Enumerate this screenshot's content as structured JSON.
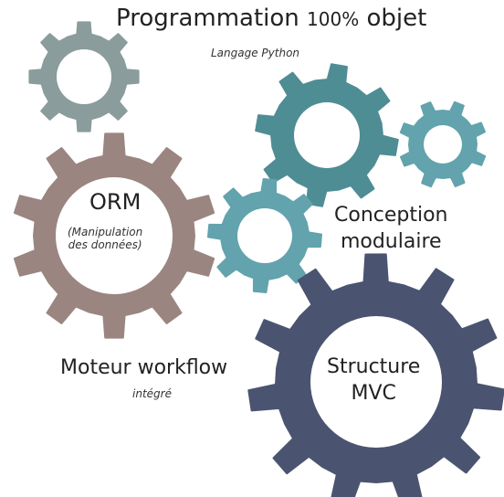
{
  "colors": {
    "gear_grey": "#8a9c9c",
    "gear_teal": "#4f8d95",
    "gear_teal_light": "#62a3ad",
    "gear_mauve": "#9a8580",
    "gear_navy": "#4a5470",
    "hole": "#ffffff"
  },
  "title": {
    "main": "Programmation",
    "percent": "100%",
    "tail": "objet",
    "subtitle": "Langage Python"
  },
  "orm": {
    "title": "ORM",
    "sub_line1": "(Manipulation",
    "sub_line2": "des données)"
  },
  "conception": {
    "line1": "Conception",
    "line2": "modulaire"
  },
  "moteur": {
    "title": "Moteur workflow",
    "sub": "intégré"
  },
  "structure": {
    "line1": "Structure",
    "line2": "MVC"
  }
}
